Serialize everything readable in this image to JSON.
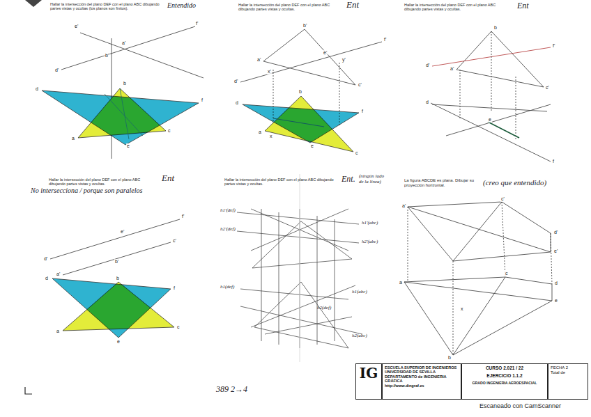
{
  "diagram": {
    "nodes": [
      {
        "text": [
          "IG"
        ]
      },
      {
        "text": [
          "ESCUELA SUPERIOR DE INGENIEROS",
          "UNIVERSIDAD DE SEVILLA",
          "DEPARTAMENTO de INGENIERIA GRÁFICA",
          "http://www.dingraf.es"
        ]
      },
      {
        "text": [
          "CURSO 2.021 / 22",
          "EJERCICIO 1.1.2",
          "GRADO INGENIERIA AEROESPACIAL"
        ]
      },
      {
        "text": [
          "FECHA 2",
          "Total de"
        ]
      }
    ],
    "labels": [
      "Hallar la intersección del plano DEF con el plano ABC dibujando partes vistas y ocultas (los planos son finitos).",
      "Entendido",
      "Hallar la intersección del plano DEF con el plano ABC dibujando partes vistas y ocultas.",
      "Ent",
      "Hallar la intersección del plano DEF con el plano ABC dibujando partes vistas y ocultas.",
      "Ent",
      "Hallar la intersección del plano DEF con el plano ABC dibujando partes vistas y ocultas.",
      "Ent",
      "No intersecciona / porque son paralelos",
      "Hallar la intersección del plano DEF con el plano ABC dibujando partes vistas y ocultas.",
      "Ent.",
      "(ningún lado de la línea)",
      "La figura ABCDE es plana. Dibujar su proyección horizontal.",
      "(creo que entendido)",
      "e'",
      "f'",
      "d'",
      "a'",
      "b'",
      "b",
      "d",
      "f",
      "a",
      "c",
      "e",
      "b'",
      "a'",
      "c'",
      "d'",
      "f'",
      "e'",
      "x'",
      "y'",
      "d",
      "f",
      "a",
      "b",
      "c",
      "e",
      "x",
      "b",
      "a'",
      "c'",
      "d'",
      "f'",
      "d",
      "e",
      "f",
      "f'",
      "e'",
      "d'",
      "c'",
      "b'",
      "a'",
      "d",
      "b",
      "f",
      "a",
      "c",
      "e",
      "h1'(def)",
      "h2'(def)",
      "h1'(abc)",
      "h2'(abc)",
      "h1(def)",
      "h2(def)",
      "h1(abc)",
      "h2(abc)",
      "a'",
      "c'",
      "d'",
      "e'",
      "a",
      "c",
      "d",
      "e",
      "b",
      "x",
      "389  2→4",
      "Escaneado con CamScanner"
    ]
  }
}
